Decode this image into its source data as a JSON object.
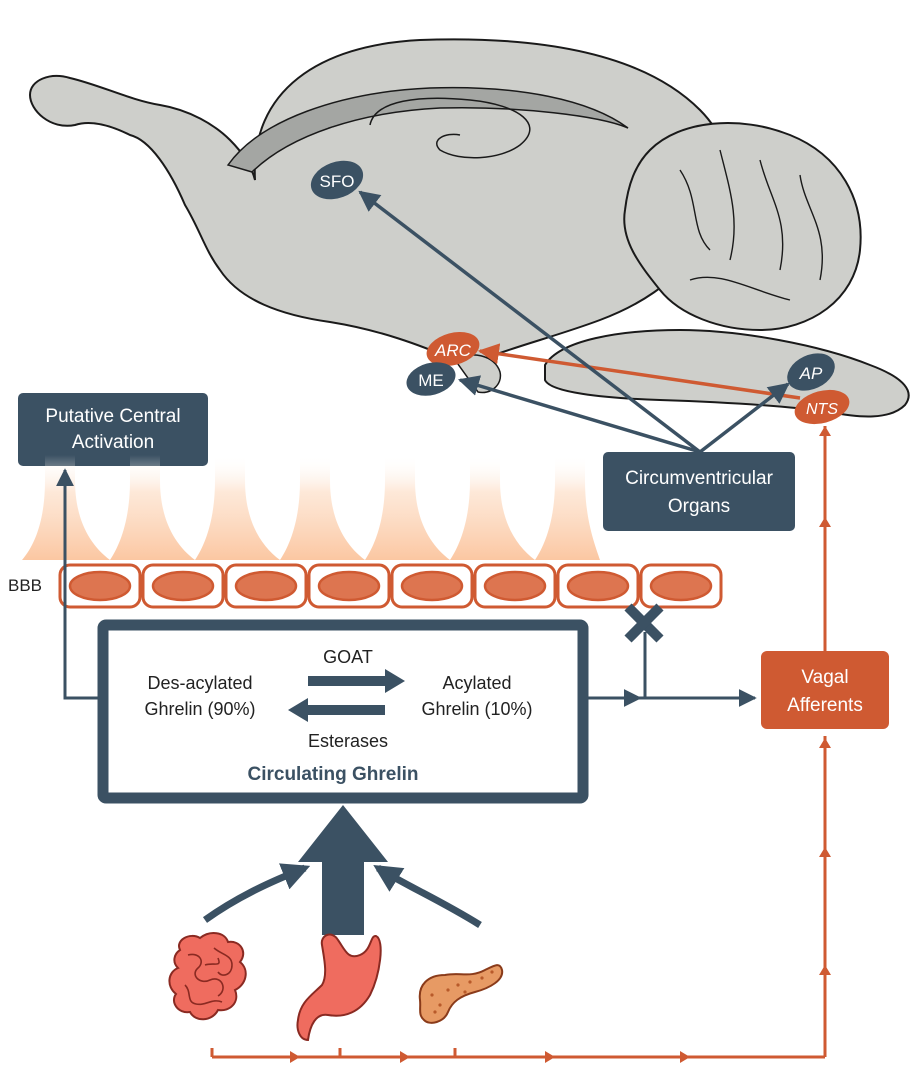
{
  "labels": {
    "sfo": "SFO",
    "arc": "ARC",
    "me": "ME",
    "ap": "AP",
    "nts": "NTS",
    "putative_line1": "Putative Central",
    "putative_line2": "Activation",
    "cvo_line1": "Circumventricular",
    "cvo_line2": "Organs",
    "bbb": "BBB",
    "goat": "GOAT",
    "esterases": "Esterases",
    "des_line1": "Des-acylated",
    "des_line2": "Ghrelin (90%)",
    "acyl_line1": "Acylated",
    "acyl_line2": "Ghrelin (10%)",
    "circulating": "Circulating Ghrelin",
    "vagal_line1": "Vagal",
    "vagal_line2": "Afferents"
  },
  "colors": {
    "navy": "#3b5163",
    "orange": "#cf5a32",
    "brain": "#cecfcb",
    "cell": "#dd7550",
    "organ": "#ef6c5f",
    "pancreas": "#e79a64",
    "white": "#ffffff"
  },
  "icons": [
    "intestine-icon",
    "stomach-icon",
    "pancreas-icon",
    "block-x-icon"
  ]
}
